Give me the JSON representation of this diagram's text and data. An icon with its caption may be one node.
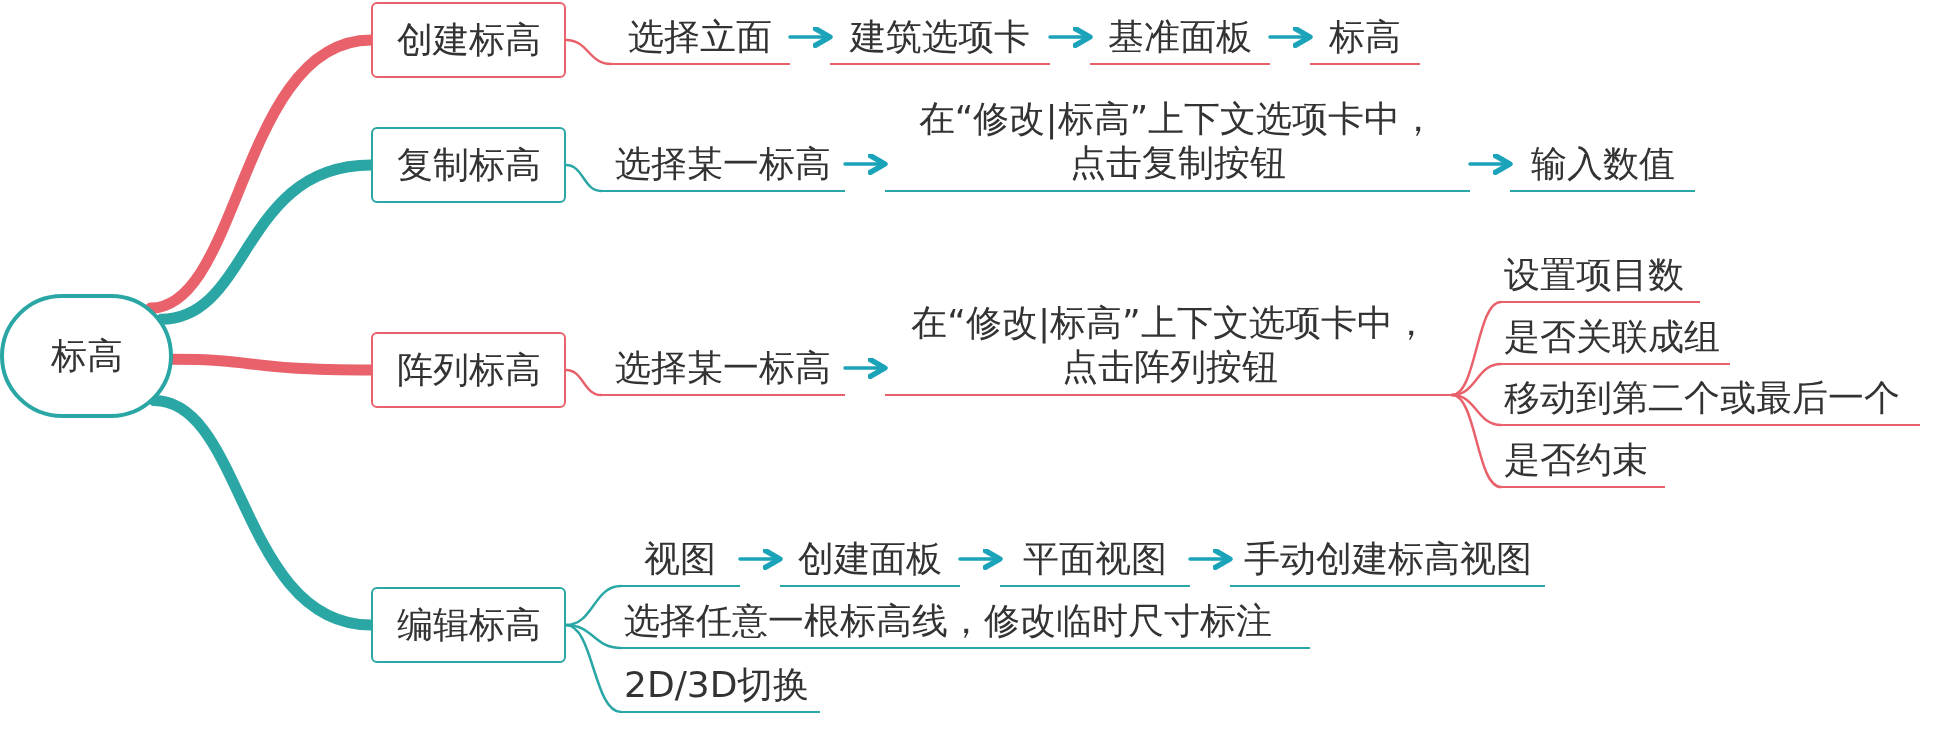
{
  "diagram": {
    "nodes": [
      {
        "text": [
          "标高"
        ]
      },
      {
        "text": [
          "创建标高"
        ]
      },
      {
        "text": [
          "选择立面"
        ]
      },
      {
        "text": [
          "建筑选项卡"
        ]
      },
      {
        "text": [
          "基准面板"
        ]
      },
      {
        "text": [
          "标高"
        ]
      },
      {
        "text": [
          "复制标高"
        ]
      },
      {
        "text": [
          "选择某一标高"
        ]
      },
      {
        "text": [
          "在“修改|标高”上下文选项卡中，点击复制按钮"
        ]
      },
      {
        "text": [
          "输入数值"
        ]
      },
      {
        "text": [
          "阵列标高"
        ]
      },
      {
        "text": [
          "选择某一标高"
        ]
      },
      {
        "text": [
          "在“修改|标高”上下文选项卡中，点击阵列按钮"
        ]
      },
      {
        "text": [
          "设置项目数"
        ]
      },
      {
        "text": [
          "是否关联成组"
        ]
      },
      {
        "text": [
          "移动到第二个或最后一个"
        ]
      },
      {
        "text": [
          "是否约束"
        ]
      },
      {
        "text": [
          "编辑标高"
        ]
      },
      {
        "text": [
          "视图"
        ]
      },
      {
        "text": [
          "创建面板"
        ]
      },
      {
        "text": [
          "平面视图"
        ]
      },
      {
        "text": [
          "手动创建标高视图"
        ]
      },
      {
        "text": [
          "选择任意一根标高线，修改临时尺寸标注"
        ]
      },
      {
        "text": [
          "2D/3D切换"
        ]
      }
    ],
    "edges": [
      {
        "from": 0,
        "to": 1,
        "arrow": "none",
        "style": "thick",
        "color": "#e8616b"
      },
      {
        "from": 0,
        "to": 6,
        "arrow": "none",
        "style": "thick"
      },
      {
        "from": 0,
        "to": 10,
        "arrow": "none",
        "style": "thick",
        "color": "#e8616b"
      },
      {
        "from": 0,
        "to": 17,
        "arrow": "none",
        "style": "thick"
      },
      {
        "from": 1,
        "to": 2,
        "arrow": "none",
        "color": "#e8616b"
      },
      {
        "from": 2,
        "to": 3,
        "arrow": "to"
      },
      {
        "from": 3,
        "to": 4,
        "arrow": "to"
      },
      {
        "from": 4,
        "to": 5,
        "arrow": "to"
      },
      {
        "from": 6,
        "to": 7,
        "arrow": "none"
      },
      {
        "from": 7,
        "to": 8,
        "arrow": "to"
      },
      {
        "from": 8,
        "to": 9,
        "arrow": "to"
      },
      {
        "from": 10,
        "to": 11,
        "arrow": "none",
        "color": "#e8616b"
      },
      {
        "from": 11,
        "to": 12,
        "arrow": "to"
      },
      {
        "from": 12,
        "to": 13,
        "arrow": "none",
        "color": "#e8616b"
      },
      {
        "from": 12,
        "to": 14,
        "arrow": "none",
        "color": "#e8616b"
      },
      {
        "from": 12,
        "to": 15,
        "arrow": "none",
        "color": "#e8616b"
      },
      {
        "from": 12,
        "to": 16,
        "arrow": "none",
        "color": "#e8616b"
      },
      {
        "from": 17,
        "to": 18,
        "arrow": "none"
      },
      {
        "from": 18,
        "to": 19,
        "arrow": "to"
      },
      {
        "from": 19,
        "to": 20,
        "arrow": "to"
      },
      {
        "from": 20,
        "to": 21,
        "arrow": "to"
      },
      {
        "from": 17,
        "to": 22,
        "arrow": "none"
      },
      {
        "from": 17,
        "to": 23,
        "arrow": "none"
      }
    ]
  }
}
